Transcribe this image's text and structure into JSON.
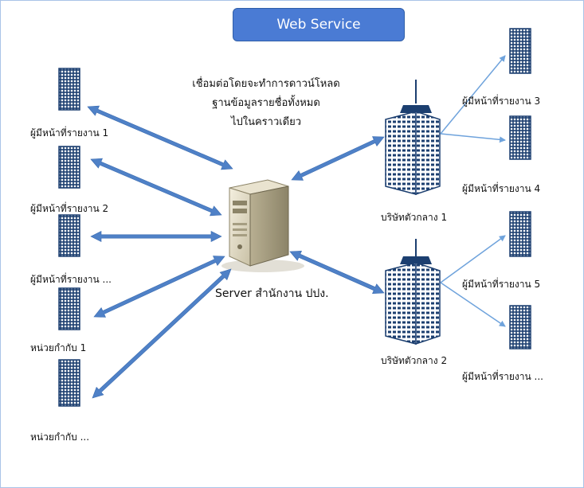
{
  "title": "Web Service",
  "note_lines": [
    "เชื่อมต่อโดยจะทำการดาวน์โหลด",
    "ฐานข้อมูลรายชื่อทั้งหมด",
    "ไปในคราวเดียว"
  ],
  "server": {
    "label": "Server สำนักงาน ปปง.",
    "icon": "server-icon"
  },
  "left_nodes": [
    {
      "label": "ผู้มีหน้าที่รายงาน 1",
      "icon": "building-icon"
    },
    {
      "label": "ผู้มีหน้าที่รายงาน 2",
      "icon": "building-icon"
    },
    {
      "label": "ผู้มีหน้าที่รายงาน ...",
      "icon": "building-icon"
    },
    {
      "label": "หน่วยกำกับ 1",
      "icon": "building-icon"
    },
    {
      "label": "หน่วยกำกับ ...",
      "icon": "building-icon"
    }
  ],
  "hubs": [
    {
      "label": "บริษัทตัวกลาง 1",
      "icon": "skyscraper-icon"
    },
    {
      "label": "บริษัทตัวกลาง 2",
      "icon": "skyscraper-icon"
    }
  ],
  "right_nodes": [
    {
      "label": "ผู้มีหน้าที่รายงาน 3",
      "icon": "building-icon"
    },
    {
      "label": "ผู้มีหน้าที่รายงาน 4",
      "icon": "building-icon"
    },
    {
      "label": "ผู้มีหน้าที่รายงาน 5",
      "icon": "building-icon"
    },
    {
      "label": "ผู้มีหน้าที่รายงาน ...",
      "icon": "building-icon"
    }
  ],
  "colors": {
    "arrow": "#4f81c7",
    "thin_arrow": "#6fa3dc",
    "title_bg": "#4a7bd4",
    "building": "#1c3f70"
  }
}
